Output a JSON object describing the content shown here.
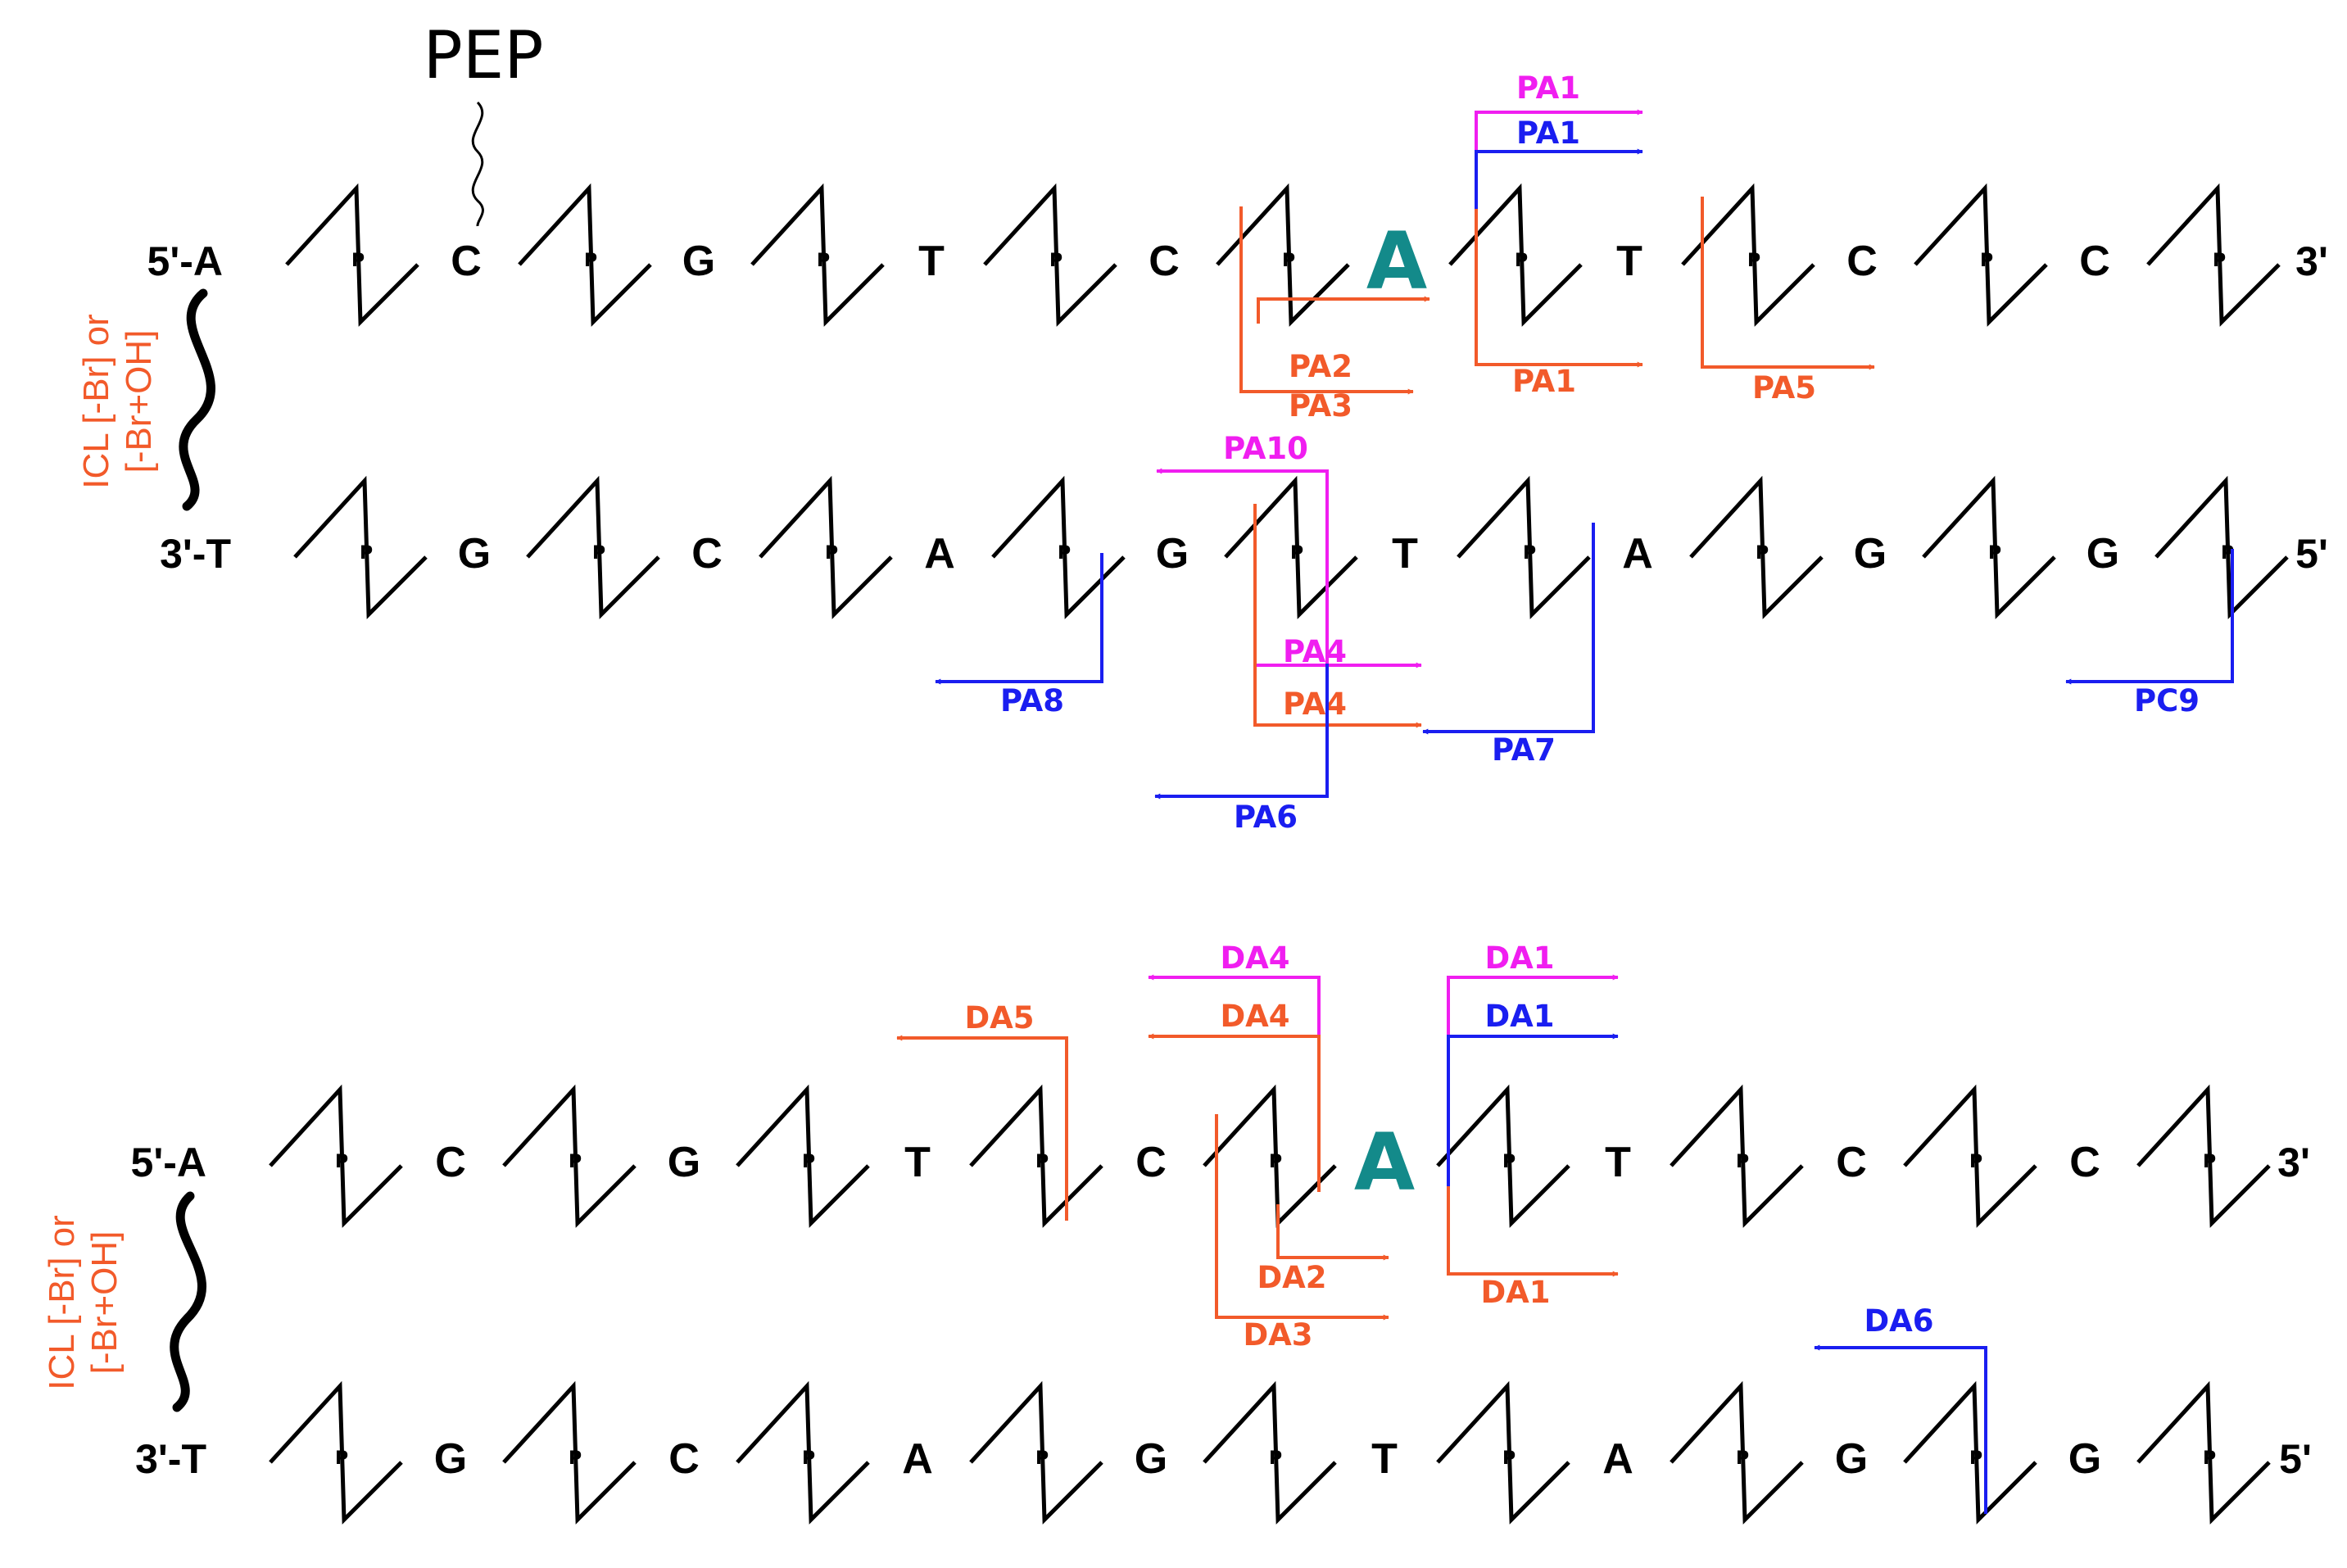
{
  "colors": {
    "orange": "#f25a2a",
    "magenta": "#f01ef0",
    "blue": "#1a1ef0",
    "teal": "#138a8a",
    "black": "#000000"
  },
  "pep_label": "PEP",
  "p_label": "P",
  "icl_line1": "ICL [-Br] or",
  "icl_line2": "[-Br+OH]",
  "panels": [
    {
      "top_strand": {
        "start": "5'-A",
        "bases": [
          "C",
          "G",
          "T",
          "C",
          "A",
          "T",
          "C",
          "C"
        ],
        "end": "3'",
        "highlight": "A"
      },
      "bottom_strand": {
        "start": "3'-T",
        "bases": [
          "G",
          "C",
          "A",
          "G",
          "T",
          "A",
          "G",
          "G"
        ],
        "end": "5'"
      },
      "primers": [
        {
          "label": "PA1",
          "color": "magenta"
        },
        {
          "label": "PA1",
          "color": "blue"
        },
        {
          "label": "PA2",
          "color": "orange"
        },
        {
          "label": "PA3",
          "color": "orange"
        },
        {
          "label": "PA1",
          "color": "orange"
        },
        {
          "label": "PA5",
          "color": "orange"
        },
        {
          "label": "PA10",
          "color": "magenta"
        },
        {
          "label": "PA8",
          "color": "blue"
        },
        {
          "label": "PA4",
          "color": "magenta"
        },
        {
          "label": "PA4",
          "color": "orange"
        },
        {
          "label": "PA7",
          "color": "blue"
        },
        {
          "label": "PA6",
          "color": "blue"
        },
        {
          "label": "PC9",
          "color": "blue"
        }
      ]
    },
    {
      "top_strand": {
        "start": "5'-A",
        "bases": [
          "C",
          "G",
          "T",
          "C",
          "A",
          "T",
          "C",
          "C"
        ],
        "end": "3'",
        "highlight": "A"
      },
      "bottom_strand": {
        "start": "3'-T",
        "bases": [
          "G",
          "C",
          "A",
          "G",
          "T",
          "A",
          "G",
          "G"
        ],
        "end": "5'"
      },
      "primers": [
        {
          "label": "DA4",
          "color": "magenta"
        },
        {
          "label": "DA1",
          "color": "magenta"
        },
        {
          "label": "DA5",
          "color": "orange"
        },
        {
          "label": "DA4",
          "color": "orange"
        },
        {
          "label": "DA1",
          "color": "blue"
        },
        {
          "label": "DA2",
          "color": "orange"
        },
        {
          "label": "DA3",
          "color": "orange"
        },
        {
          "label": "DA1",
          "color": "orange"
        },
        {
          "label": "DA6",
          "color": "blue"
        }
      ]
    }
  ]
}
